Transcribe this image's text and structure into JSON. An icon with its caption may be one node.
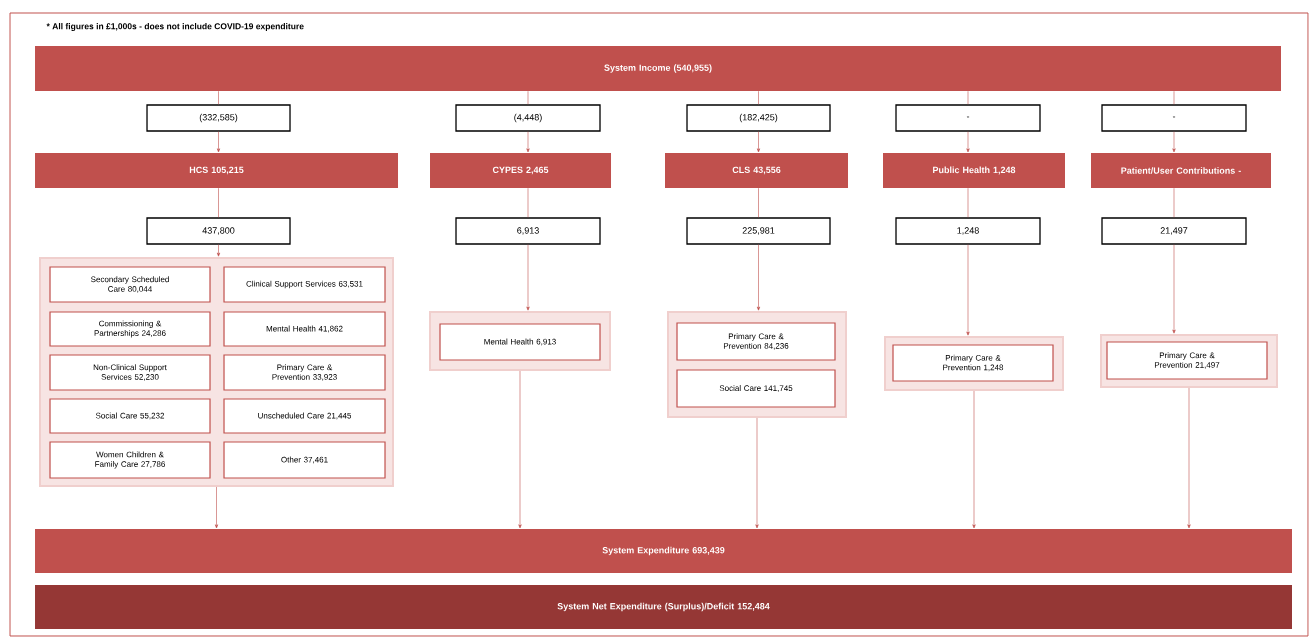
{
  "diagram": {
    "labels": [
      "* All figures in £1,000s - does not include COVID-19 expenditure"
    ],
    "nodes": [
      {
        "text": [
          "System Income (540,955)"
        ]
      },
      {
        "text": [
          "(332,585)"
        ]
      },
      {
        "text": [
          "(4,448)"
        ]
      },
      {
        "text": [
          "(182,425)"
        ]
      },
      {
        "text": [
          "-"
        ]
      },
      {
        "text": [
          "-"
        ]
      },
      {
        "text": [
          "HCS 105,215"
        ]
      },
      {
        "text": [
          "CYPES 2,465"
        ]
      },
      {
        "text": [
          "CLS 43,556"
        ]
      },
      {
        "text": [
          "Public Health 1,248"
        ]
      },
      {
        "text": [
          "Patient/User Contributions -"
        ]
      },
      {
        "text": [
          "437,800"
        ]
      },
      {
        "text": [
          "6,913"
        ]
      },
      {
        "text": [
          "225,981"
        ]
      },
      {
        "text": [
          "1,248"
        ]
      },
      {
        "text": [
          "21,497"
        ]
      },
      {
        "text": [],
        "shape": "box"
      },
      {
        "text": [
          "Secondary Scheduled Care 80,044"
        ],
        "in": 16
      },
      {
        "text": [
          "Clinical Support Services 63,531"
        ],
        "in": 16
      },
      {
        "text": [
          "Commissioning & Partnerships 24,286"
        ],
        "in": 16
      },
      {
        "text": [
          "Mental Health 41,862"
        ],
        "in": 16
      },
      {
        "text": [
          "Non-Clinical Support Services 52,230"
        ],
        "in": 16
      },
      {
        "text": [
          "Primary Care & Prevention 33,923"
        ],
        "in": 16
      },
      {
        "text": [
          "Social Care 55,232"
        ],
        "in": 16
      },
      {
        "text": [
          "Unscheduled Care 21,445"
        ],
        "in": 16
      },
      {
        "text": [
          "Women Children & Family Care 27,786"
        ],
        "in": 16
      },
      {
        "text": [
          "Other 37,461"
        ],
        "in": 16
      },
      {
        "text": [],
        "shape": "box"
      },
      {
        "text": [
          "Mental Health 6,913"
        ],
        "in": 27
      },
      {
        "text": [],
        "shape": "box"
      },
      {
        "text": [
          "Primary Care & Prevention 84,236"
        ],
        "in": 29
      },
      {
        "text": [
          "Social Care 141,745"
        ],
        "in": 29
      },
      {
        "text": [],
        "shape": "box"
      },
      {
        "text": [
          "Primary Care & Prevention 1,248"
        ],
        "in": 32
      },
      {
        "text": [],
        "shape": "box"
      },
      {
        "text": [
          "Primary Care & Prevention 21,497"
        ],
        "in": 34
      },
      {
        "text": [
          "System Expenditure 693,439"
        ]
      },
      {
        "text": [
          "System Net Expenditure (Surplus)/Deficit 152,484"
        ]
      }
    ],
    "edges": [
      {
        "from": 0,
        "to": 1,
        "arrow": "none"
      },
      {
        "from": 0,
        "to": 2,
        "arrow": "none"
      },
      {
        "from": 0,
        "to": 3,
        "arrow": "none"
      },
      {
        "from": 0,
        "to": 4,
        "arrow": "none"
      },
      {
        "from": 0,
        "to": 5,
        "arrow": "none"
      },
      {
        "from": 1,
        "to": 6,
        "arrow": "to"
      },
      {
        "from": 2,
        "to": 7,
        "arrow": "to"
      },
      {
        "from": 3,
        "to": 8,
        "arrow": "to"
      },
      {
        "from": 4,
        "to": 9,
        "arrow": "to"
      },
      {
        "from": 5,
        "to": 10,
        "arrow": "to"
      },
      {
        "from": 6,
        "to": 11,
        "arrow": "none"
      },
      {
        "from": 7,
        "to": 12,
        "arrow": "none"
      },
      {
        "from": 8,
        "to": 13,
        "arrow": "none"
      },
      {
        "from": 9,
        "to": 14,
        "arrow": "none"
      },
      {
        "from": 10,
        "to": 15,
        "arrow": "none"
      },
      {
        "from": 11,
        "to": 16,
        "arrow": "to"
      },
      {
        "from": 12,
        "to": 27,
        "arrow": "to"
      },
      {
        "from": 13,
        "to": 29,
        "arrow": "to"
      },
      {
        "from": 14,
        "to": 32,
        "arrow": "to"
      },
      {
        "from": 15,
        "to": 34,
        "arrow": "to"
      },
      {
        "from": 16,
        "to": 36,
        "arrow": "to"
      },
      {
        "from": 27,
        "to": 36,
        "arrow": "to"
      },
      {
        "from": 29,
        "to": 36,
        "arrow": "to"
      },
      {
        "from": 32,
        "to": 36,
        "arrow": "to"
      },
      {
        "from": 34,
        "to": 36,
        "arrow": "to"
      }
    ]
  }
}
